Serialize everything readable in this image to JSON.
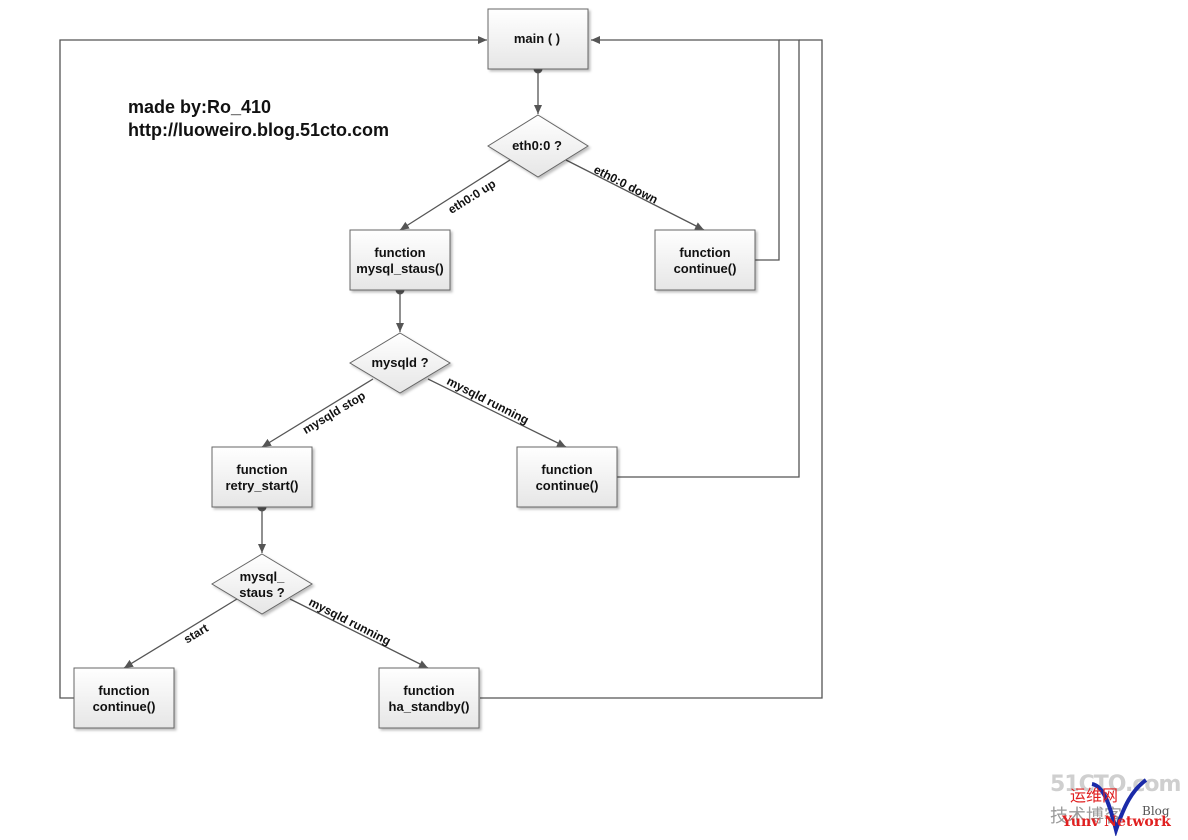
{
  "author": {
    "made_by": "made by:Ro_410",
    "url": "http://luoweiro.blog.51cto.com"
  },
  "nodes": {
    "main": [
      "main ( )"
    ],
    "q_eth": [
      "eth0:0 ?"
    ],
    "mysql_status": [
      "function",
      "mysql_staus()"
    ],
    "continue_1": [
      "function",
      "continue()"
    ],
    "q_mysqld": [
      "mysqld ?"
    ],
    "retry_start": [
      "function",
      "retry_start()"
    ],
    "continue_2": [
      "function",
      "continue()"
    ],
    "q_mysql_staus": [
      "mysql_",
      "staus ?"
    ],
    "continue_3": [
      "function",
      "continue()"
    ],
    "ha_standby": [
      "function",
      "ha_standby()"
    ]
  },
  "edge_labels": {
    "eth_up": "eth0:0 up",
    "eth_down": "eth0:0 down",
    "mysqld_stop": "mysqld stop",
    "mysqld_running": "mysqld running",
    "start": "start",
    "mysqld_running_2": "mysqld running"
  },
  "watermark": {
    "brand": "51CTO.com",
    "sub": "技术博客",
    "red": "运维网",
    "blog": "Blog",
    "network": "Yunv Network"
  },
  "colors": {
    "box_fill_top": "#ffffff",
    "box_fill_bottom": "#e8e8e8",
    "stroke": "#555555",
    "watermark_red": "#e02020"
  }
}
